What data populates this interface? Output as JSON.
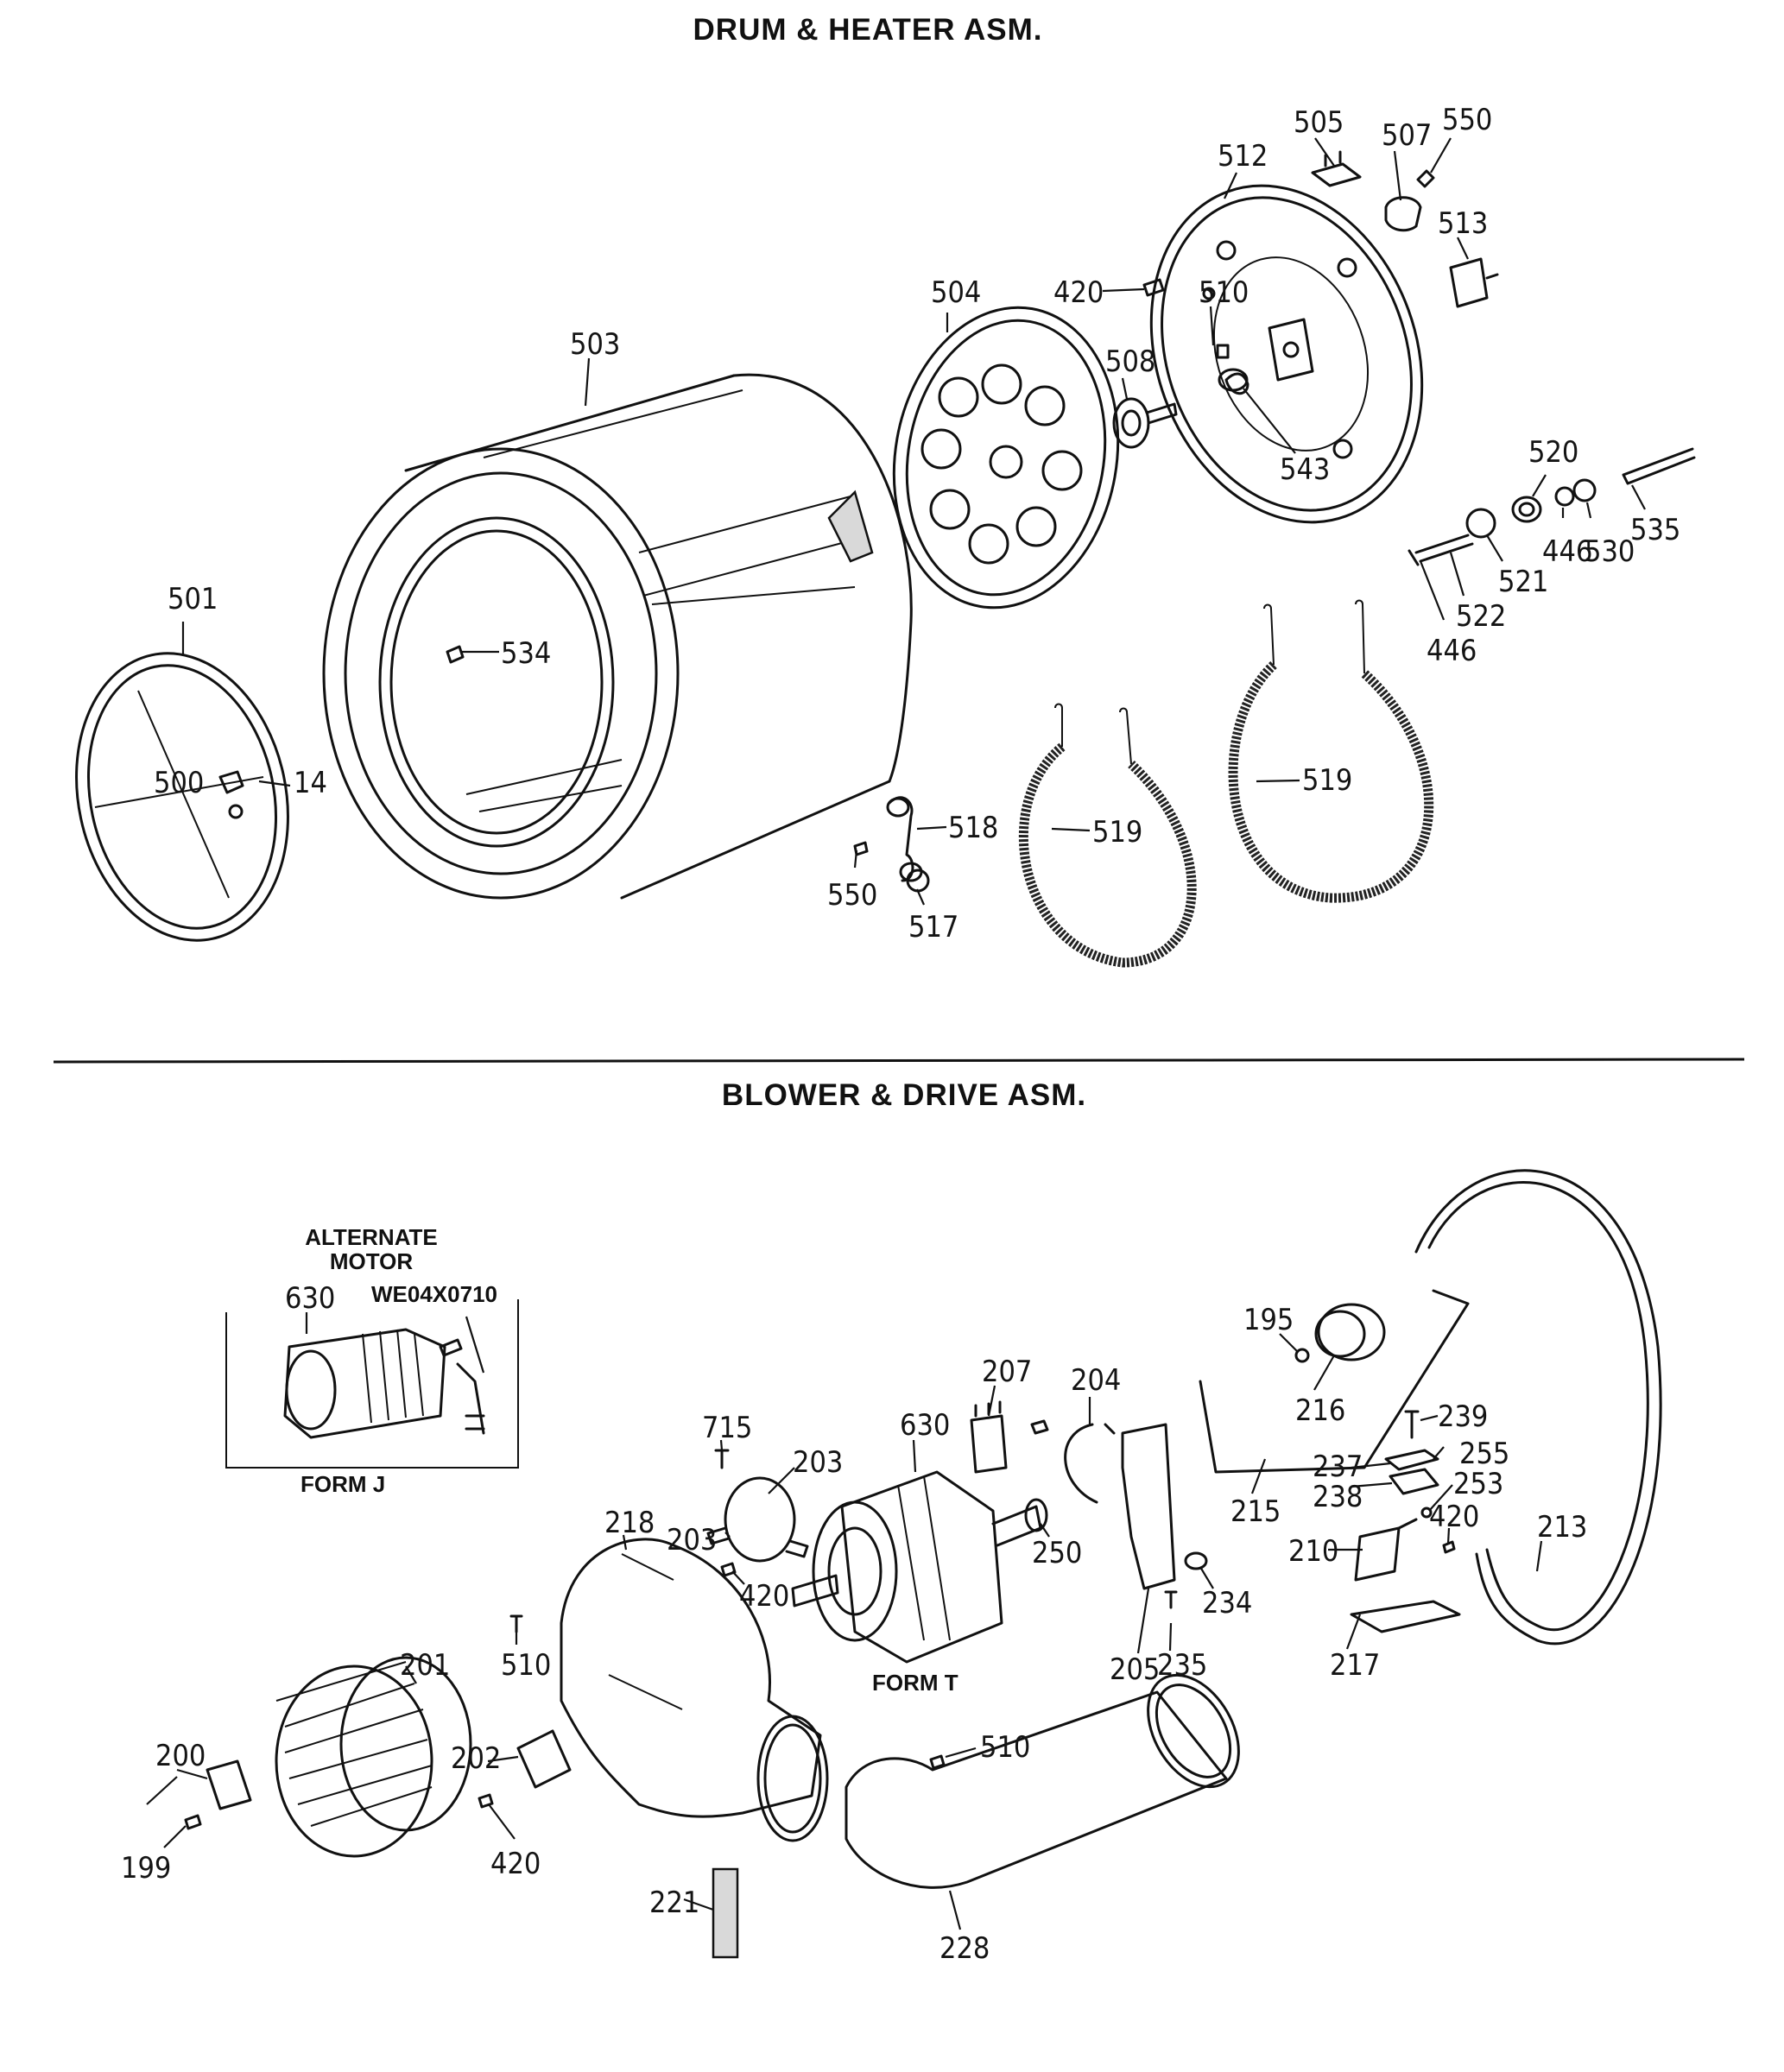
{
  "header": {
    "title_top": "DRUM & HEATER ASM.",
    "title_bottom": "BLOWER & DRIVE ASM."
  },
  "inset": {
    "caption_line1": "ALTERNATE",
    "caption_line2": "MOTOR",
    "motor_label": "630",
    "part_number": "WE04X0710",
    "form_label": "FORM J"
  },
  "motor_form_label": "FORM T",
  "drum_labels": {
    "p505": "505",
    "p507": "507",
    "p550a": "550",
    "p512": "512",
    "p513": "513",
    "p504": "504",
    "p420a": "420",
    "p510a": "510",
    "p503": "503",
    "p508": "508",
    "p543": "543",
    "p520": "520",
    "p535": "535",
    "p446a": "446",
    "p530": "530",
    "p521": "521",
    "p522": "522",
    "p446b": "446",
    "p501": "501",
    "p534": "534",
    "p500": "500",
    "p14": "14",
    "p518": "518",
    "p550b": "550",
    "p517": "517",
    "p519a": "519",
    "p519b": "519"
  },
  "blower_labels": {
    "p195": "195",
    "p216": "216",
    "p239": "239",
    "p255": "255",
    "p237": "237",
    "p238": "238",
    "p253": "253",
    "p215": "215",
    "p210": "210",
    "p420c": "420",
    "p213": "213",
    "p217": "217",
    "p207": "207",
    "p204": "204",
    "p715": "715",
    "p630": "630",
    "p203a": "203",
    "p203b": "203",
    "p218": "218",
    "p420b": "420",
    "p250": "250",
    "p234": "234",
    "p205": "205",
    "p235": "235",
    "p510b": "510",
    "p201": "201",
    "p510c": "510",
    "p200": "200",
    "p202": "202",
    "p420d": "420",
    "p199": "199",
    "p221": "221",
    "p228": "228"
  }
}
